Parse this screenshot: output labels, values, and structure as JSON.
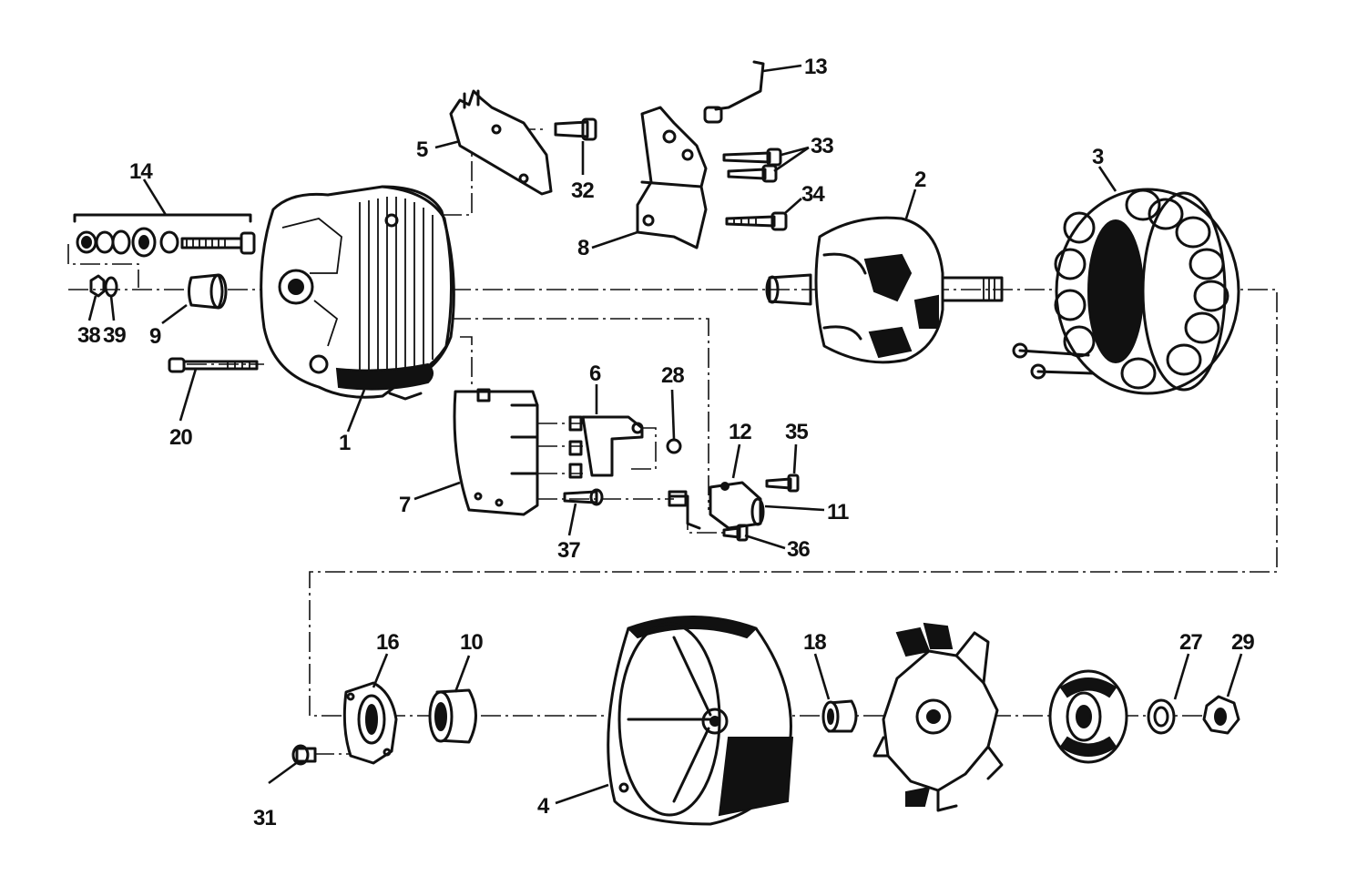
{
  "diagram": {
    "type": "exploded-parts-view",
    "callouts": [
      {
        "id": "c1",
        "label": "1"
      },
      {
        "id": "c2",
        "label": "2"
      },
      {
        "id": "c3",
        "label": "3"
      },
      {
        "id": "c4",
        "label": "4"
      },
      {
        "id": "c5",
        "label": "5"
      },
      {
        "id": "c6",
        "label": "6"
      },
      {
        "id": "c7",
        "label": "7"
      },
      {
        "id": "c8",
        "label": "8"
      },
      {
        "id": "c9",
        "label": "9"
      },
      {
        "id": "c10",
        "label": "10"
      },
      {
        "id": "c11",
        "label": "11"
      },
      {
        "id": "c12",
        "label": "12"
      },
      {
        "id": "c13",
        "label": "13"
      },
      {
        "id": "c14",
        "label": "14"
      },
      {
        "id": "c16",
        "label": "16"
      },
      {
        "id": "c18",
        "label": "18"
      },
      {
        "id": "c20",
        "label": "20"
      },
      {
        "id": "c27",
        "label": "27"
      },
      {
        "id": "c28",
        "label": "28"
      },
      {
        "id": "c29",
        "label": "29"
      },
      {
        "id": "c31",
        "label": "31"
      },
      {
        "id": "c32",
        "label": "32"
      },
      {
        "id": "c33",
        "label": "33"
      },
      {
        "id": "c34",
        "label": "34"
      },
      {
        "id": "c35",
        "label": "35"
      },
      {
        "id": "c36",
        "label": "36"
      },
      {
        "id": "c37",
        "label": "37"
      },
      {
        "id": "c38",
        "label": "38"
      },
      {
        "id": "c39",
        "label": "39"
      }
    ]
  }
}
